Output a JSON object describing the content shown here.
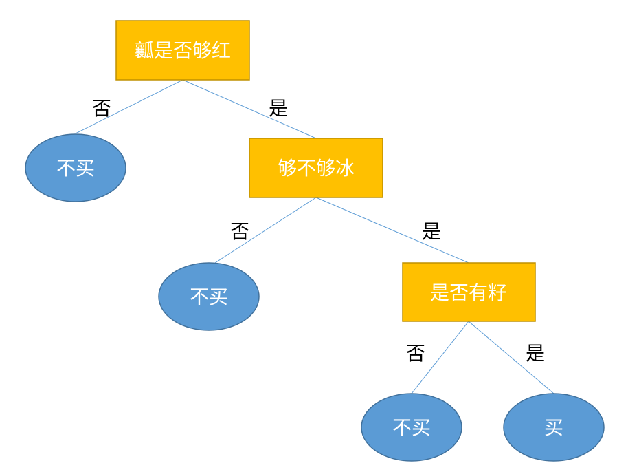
{
  "colors": {
    "decision_fill": "#ffc000",
    "decision_border": "#bf9000",
    "leaf_fill": "#5b9bd5",
    "leaf_border": "#41719c",
    "edge_line": "#5b9bd5",
    "node_text": "#ffffff",
    "edge_text": "#000000"
  },
  "decisions": {
    "d1": "瓤是否够红",
    "d2": "够不够冰",
    "d3": "是否有籽"
  },
  "leaves": {
    "l1": "不买",
    "l2": "不买",
    "l3": "不买",
    "l4": "买"
  },
  "edges": {
    "e1": "否",
    "e2": "是",
    "e3": "否",
    "e4": "是",
    "e5": "否",
    "e6": "是"
  }
}
